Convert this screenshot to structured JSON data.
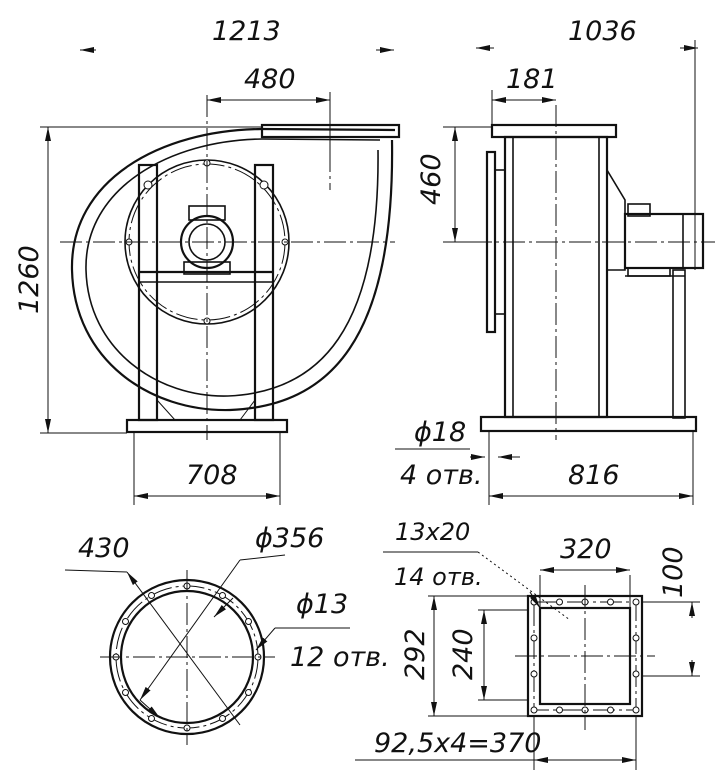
{
  "front_view": {
    "width_total": "1213",
    "shaft_offset": "480",
    "height_total": "1260",
    "base_width": "708"
  },
  "side_view": {
    "depth_total": "1036",
    "inlet_offset": "181",
    "outlet_height": "460",
    "anchor_hole_diameter": "ϕ18",
    "anchor_hole_count": "4 отв.",
    "base_depth": "816"
  },
  "inlet_flange": {
    "bolt_circle": "430",
    "inner_diameter": "ϕ356",
    "hole_diameter": "ϕ13",
    "hole_count": "12 отв."
  },
  "outlet_flange": {
    "slot_size": "13x20",
    "slot_count": "14 отв.",
    "inner_width": "320",
    "flange_offset": "100",
    "outer_height": "292",
    "inner_height": "240",
    "hole_pitch": "92,5x4=370"
  }
}
